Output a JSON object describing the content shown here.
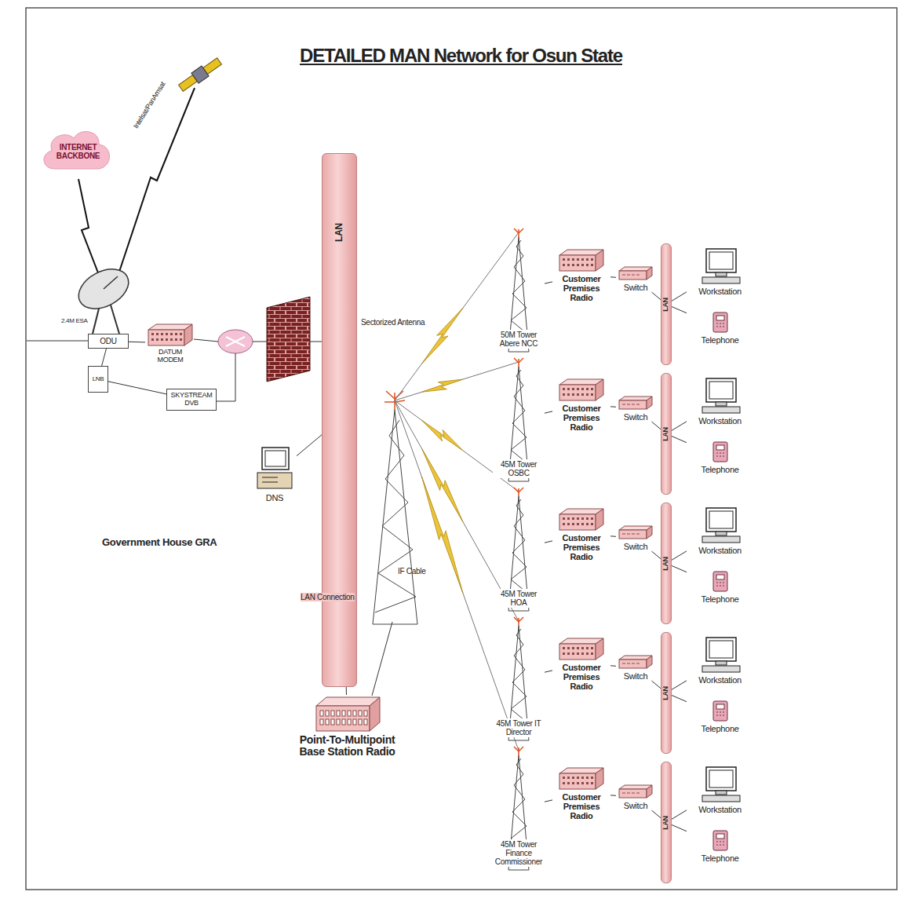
{
  "diagram": {
    "title": "DETAILED MAN Network for Osun State",
    "nodes": [
      {
        "text": [
          "INTERNET BACKBONE"
        ]
      },
      {
        "text": [
          "ODU"
        ]
      },
      {
        "text": [
          "LNB"
        ]
      },
      {
        "text": [
          "DATUM MODEM"
        ]
      },
      {
        "text": [
          "SKYSTREAM DVB"
        ]
      },
      {
        "text": [
          "LAN"
        ]
      },
      {
        "text": [
          "DNS"
        ]
      },
      {
        "text": [
          "Point-To-Multipoint Base Station Radio"
        ]
      },
      {
        "text": [
          "50M Tower Abere NCC"
        ]
      },
      {
        "text": [
          "Customer Premises Radio"
        ]
      },
      {
        "text": [
          "Switch"
        ]
      },
      {
        "text": [
          "LAN"
        ]
      },
      {
        "text": [
          "Workstation"
        ]
      },
      {
        "text": [
          "Telephone"
        ]
      },
      {
        "text": [
          "45M Tower OSBC"
        ]
      },
      {
        "text": [
          "Customer Premises Radio"
        ]
      },
      {
        "text": [
          "Switch"
        ]
      },
      {
        "text": [
          "LAN"
        ]
      },
      {
        "text": [
          "Workstation"
        ]
      },
      {
        "text": [
          "Telephone"
        ]
      },
      {
        "text": [
          "45M Tower HOA"
        ]
      },
      {
        "text": [
          "Customer Premises Radio"
        ]
      },
      {
        "text": [
          "Switch"
        ]
      },
      {
        "text": [
          "LAN"
        ]
      },
      {
        "text": [
          "Workstation"
        ]
      },
      {
        "text": [
          "Telephone"
        ]
      },
      {
        "text": [
          "45M Tower IT Director"
        ]
      },
      {
        "text": [
          "Customer Premises Radio"
        ]
      },
      {
        "text": [
          "Switch"
        ]
      },
      {
        "text": [
          "LAN"
        ]
      },
      {
        "text": [
          "Workstation"
        ]
      },
      {
        "text": [
          "Telephone"
        ]
      },
      {
        "text": [
          "45M Tower Finance Commissioner"
        ]
      },
      {
        "text": [
          "Customer Premises Radio"
        ]
      },
      {
        "text": [
          "Switch"
        ]
      },
      {
        "text": [
          "LAN"
        ]
      },
      {
        "text": [
          "Workstation"
        ]
      },
      {
        "text": [
          "Telephone"
        ]
      }
    ],
    "edges": [
      {
        "from": 1,
        "to": 3,
        "arrow": "none"
      },
      {
        "from": 1,
        "to": 2,
        "arrow": "none"
      },
      {
        "from": 2,
        "to": 4,
        "arrow": "none"
      },
      {
        "from": 6,
        "to": 5,
        "arrow": "none"
      },
      {
        "from": 5,
        "to": 7,
        "arrow": "none"
      },
      {
        "from": 8,
        "to": 9,
        "arrow": "none"
      },
      {
        "from": 9,
        "to": 10,
        "arrow": "none"
      },
      {
        "from": 10,
        "to": 11,
        "arrow": "none"
      },
      {
        "from": 11,
        "to": 12,
        "arrow": "none"
      },
      {
        "from": 11,
        "to": 13,
        "arrow": "none"
      },
      {
        "from": 14,
        "to": 15,
        "arrow": "none"
      },
      {
        "from": 15,
        "to": 16,
        "arrow": "none"
      },
      {
        "from": 16,
        "to": 17,
        "arrow": "none"
      },
      {
        "from": 17,
        "to": 18,
        "arrow": "none"
      },
      {
        "from": 17,
        "to": 19,
        "arrow": "none"
      },
      {
        "from": 20,
        "to": 21,
        "arrow": "none"
      },
      {
        "from": 21,
        "to": 22,
        "arrow": "none"
      },
      {
        "from": 22,
        "to": 23,
        "arrow": "none"
      },
      {
        "from": 23,
        "to": 24,
        "arrow": "none"
      },
      {
        "from": 23,
        "to": 25,
        "arrow": "none"
      },
      {
        "from": 26,
        "to": 27,
        "arrow": "none"
      },
      {
        "from": 27,
        "to": 28,
        "arrow": "none"
      },
      {
        "from": 28,
        "to": 29,
        "arrow": "none"
      },
      {
        "from": 29,
        "to": 30,
        "arrow": "none"
      },
      {
        "from": 29,
        "to": 31,
        "arrow": "none"
      },
      {
        "from": 32,
        "to": 33,
        "arrow": "none"
      },
      {
        "from": 33,
        "to": 34,
        "arrow": "none"
      },
      {
        "from": 34,
        "to": 35,
        "arrow": "none"
      },
      {
        "from": 35,
        "to": 36,
        "arrow": "none"
      },
      {
        "from": 35,
        "to": 37,
        "arrow": "none"
      }
    ],
    "labels": [
      "Intelsat/PanAmsat",
      "2.4M ESA",
      "Sectorized Antenna",
      "Government House GRA",
      "IF Cable",
      "LAN Connection"
    ]
  }
}
